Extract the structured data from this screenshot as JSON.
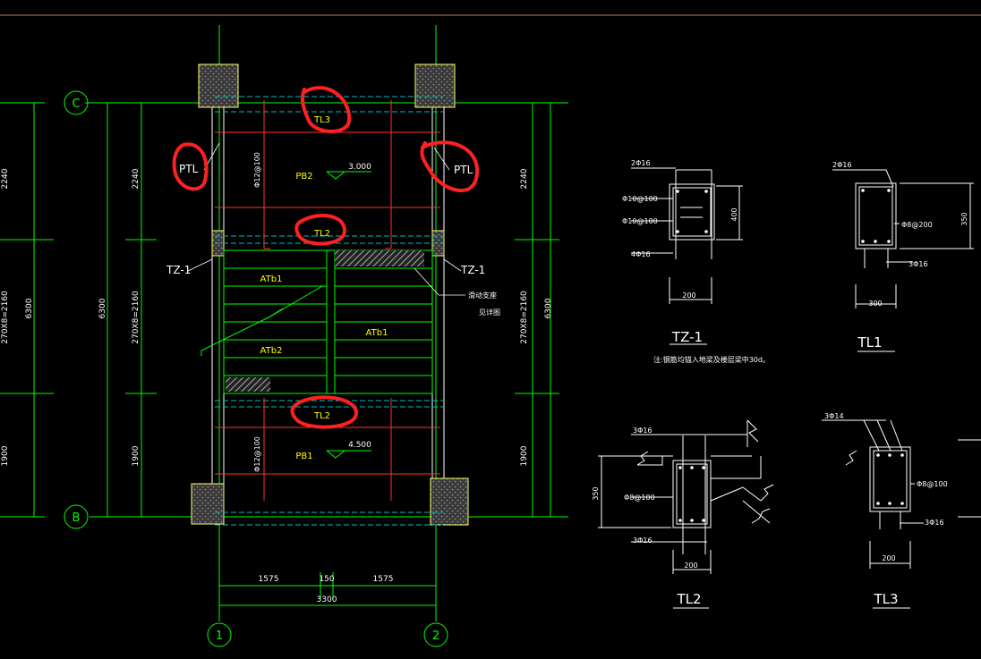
{
  "colors": {
    "background": "#000000",
    "axis": "#00ff00",
    "text": "#ffffff",
    "label": "#ffff00",
    "beam": "#ff0000",
    "annotation": "#ff2020"
  },
  "axes": {
    "c": "C",
    "b": "B",
    "one": "1",
    "two": "2"
  },
  "plan": {
    "dim_left_top": "2240",
    "dim_left_mid": "270X8=2160",
    "dim_left_bot": "1900",
    "dim_left_total": "6300",
    "dim_right_top": "2240",
    "dim_right_mid": "270X8=2160",
    "dim_right_bot": "1900",
    "dim_right_total": "6300",
    "dim_far_left_top": "2240",
    "dim_far_left_mid": "270X8=2160",
    "dim_far_left_bot": "1900",
    "dim_far_left_total": "6300",
    "bottom_d1": "1575",
    "bottom_d2": "150",
    "bottom_d3": "1575",
    "bottom_total": "3300",
    "tl3": "TL3",
    "tl2_top": "TL2",
    "tl2_bottom": "TL2",
    "ptl_left": "PTL",
    "ptl_right": "PTL",
    "pb2": "PB2",
    "pb1": "PB1",
    "elev_top": "3.000",
    "elev_bottom": "4.500",
    "rebar_top": "Φ12@100",
    "rebar_bottom": "Φ12@100",
    "tz_left": "TZ-1",
    "tz_right": "TZ-1",
    "atb1_upper": "ATb1",
    "atb2": "ATb2",
    "atb1_right": "ATb1",
    "note_line1": "滑动支座",
    "note_line2": "见详图"
  },
  "sections": {
    "tz1": {
      "title": "TZ-1",
      "top_bar": "2Φ16",
      "stirrup1": "Φ10@100",
      "stirrup2": "Φ10@100",
      "bottom_bar": "4Φ16",
      "width": "200",
      "height": "400",
      "note": "注:钢筋均锚入地梁及楼层梁中30d。"
    },
    "tl1": {
      "title": "TL1",
      "top_bar": "2Φ16",
      "stirrup": "Φ8@200",
      "bottom_bar": "3Φ16",
      "width": "300",
      "height": "350"
    },
    "tl2": {
      "title": "TL2",
      "top_bar": "3Φ16",
      "stirrup": "Φ8@100",
      "bottom_bar": "3Φ16",
      "width": "200",
      "height": "350"
    },
    "tl3": {
      "title": "TL3",
      "top_bar": "3Φ14",
      "stirrup": "Φ8@100",
      "bottom_bar": "3Φ16",
      "width": "200"
    }
  }
}
